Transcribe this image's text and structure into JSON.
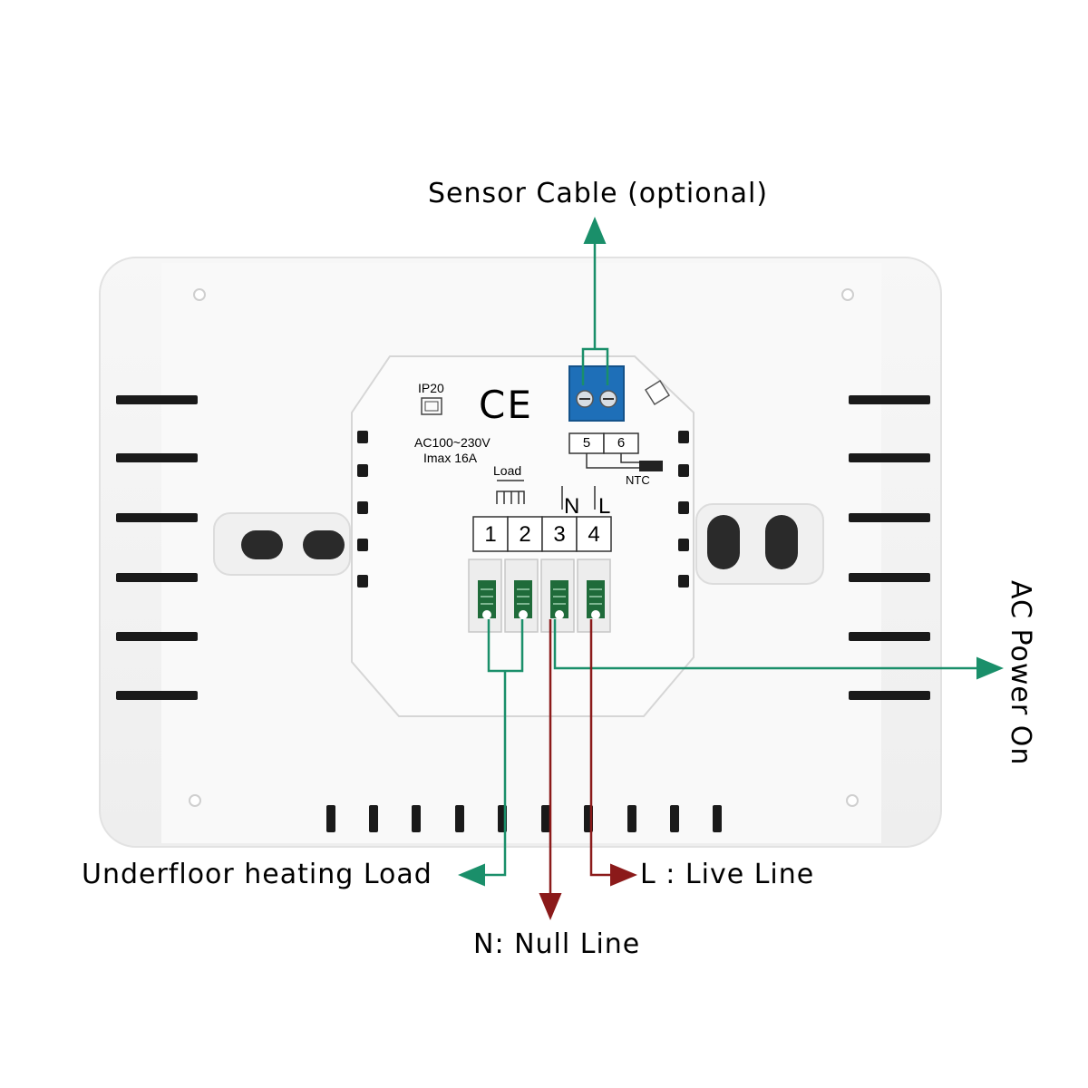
{
  "callouts": {
    "sensor": "Sensor Cable (optional)",
    "load": "Underfloor heating Load",
    "live": "L : Live Line",
    "null": "N: Null Line",
    "ac": "AC Power On"
  },
  "device": {
    "ip_rating": "IP20",
    "ce_mark": "CE",
    "voltage": "AC100~230V",
    "current": "Imax 16A",
    "load_label": "Load",
    "ntc_label": "NTC",
    "n_label": "N",
    "l_label": "L",
    "terminals": [
      "1",
      "2",
      "3",
      "4"
    ],
    "sensor_terminals": [
      "5",
      "6"
    ]
  },
  "colors": {
    "green_wire": "#1a8f6a",
    "red_wire": "#8b1a1a",
    "terminal_green": "#1f6b3a",
    "sensor_block": "#1e6fb8"
  }
}
